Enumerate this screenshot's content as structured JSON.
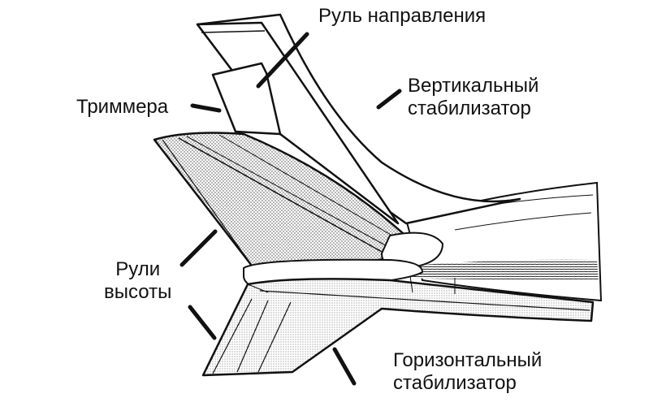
{
  "labels": {
    "rudder": "Руль направления",
    "vertical_stabilizer": [
      "Вертикальный",
      "стабилизатор"
    ],
    "trim_tabs": "Триммера",
    "elevators": [
      "Рули",
      "высоты"
    ],
    "horizontal_stabilizer": [
      "Горизонтальный",
      "стабилизатор"
    ]
  },
  "colors": {
    "ink": "#111111",
    "background": "#ffffff",
    "stipple": "#444444"
  }
}
